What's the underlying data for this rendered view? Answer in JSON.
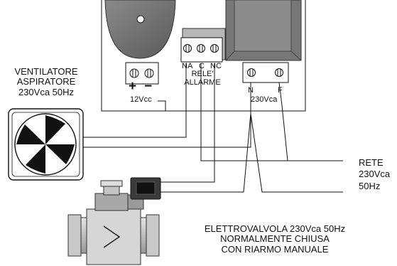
{
  "fan": {
    "lines": [
      "VENTILATORE",
      "ASPIRATORE",
      "230Vca 50Hz"
    ]
  },
  "power_terminal": {
    "plus": "+",
    "minus": "−",
    "label": "12Vcc"
  },
  "relay": {
    "pins": [
      "NA",
      "C",
      "NC"
    ],
    "label_lines": [
      "RELE'",
      "ALLARME"
    ]
  },
  "mains_terminal": {
    "pins": [
      "N",
      "F"
    ],
    "label": "230Vca"
  },
  "mains": {
    "lines": [
      "RETE",
      "230Vca",
      "50Hz"
    ]
  },
  "valve": {
    "lines": [
      "ELETTROVALVOLA 230Vca 50Hz",
      "NORMALMENTE CHIUSA",
      "CON RIARMO MANUALE"
    ]
  },
  "colors": {
    "line": "#111111",
    "board": "#ffffff",
    "buzzer": "#7a7a7a",
    "transformer": "#808080",
    "block_gray": "#bdbdbd",
    "valve_body": "#cfcfcf"
  }
}
